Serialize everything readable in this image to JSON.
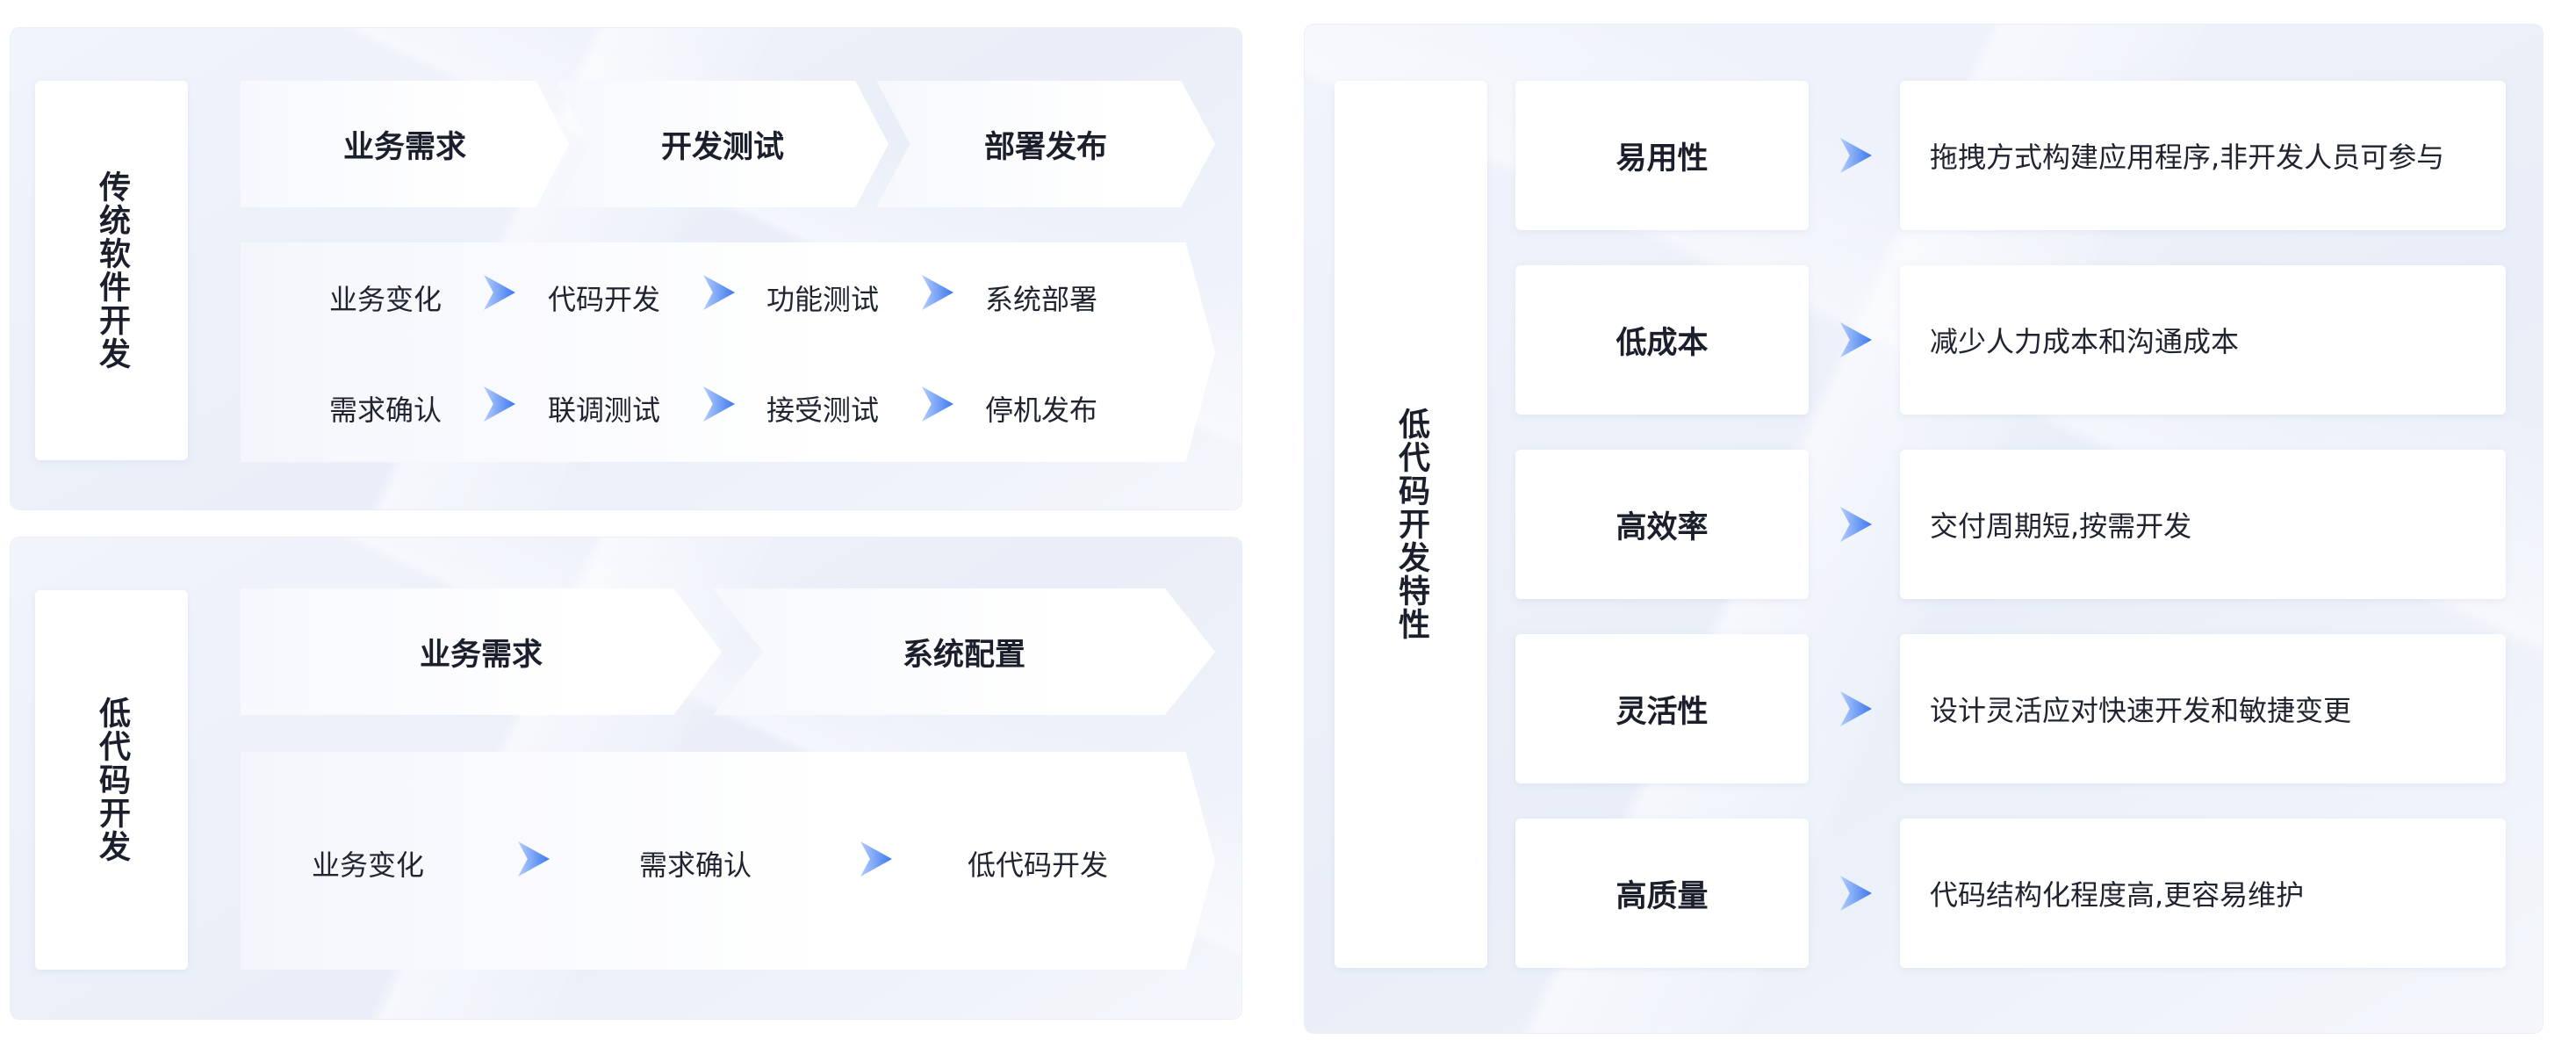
{
  "traditional": {
    "label": "传统软件开发",
    "phases": [
      "业务需求",
      "开发测试",
      "部署发布"
    ],
    "row1": [
      "业务变化",
      "代码开发",
      "功能测试",
      "系统部署"
    ],
    "row2": [
      "需求确认",
      "联调测试",
      "接受测试",
      "停机发布"
    ]
  },
  "lowcode": {
    "label": "低代码开发",
    "phases": [
      "业务需求",
      "系统配置"
    ],
    "steps": [
      "业务变化",
      "需求确认",
      "低代码开发"
    ]
  },
  "features": {
    "label": "低代码开发特性",
    "items": [
      {
        "name": "易用性",
        "desc": "拖拽方式构建应用程序,非开发人员可参与"
      },
      {
        "name": "低成本",
        "desc": "减少人力成本和沟通成本"
      },
      {
        "name": "高效率",
        "desc": "交付周期短,按需开发"
      },
      {
        "name": "灵活性",
        "desc": "设计灵活应对快速开发和敏捷变更"
      },
      {
        "name": "高质量",
        "desc": "代码结构化程度高,更容易维护"
      }
    ]
  },
  "colors": {
    "arrow_start": "#b5cdfb",
    "arrow_end": "#3b78ef",
    "panel_bg": "#eef2fa"
  }
}
